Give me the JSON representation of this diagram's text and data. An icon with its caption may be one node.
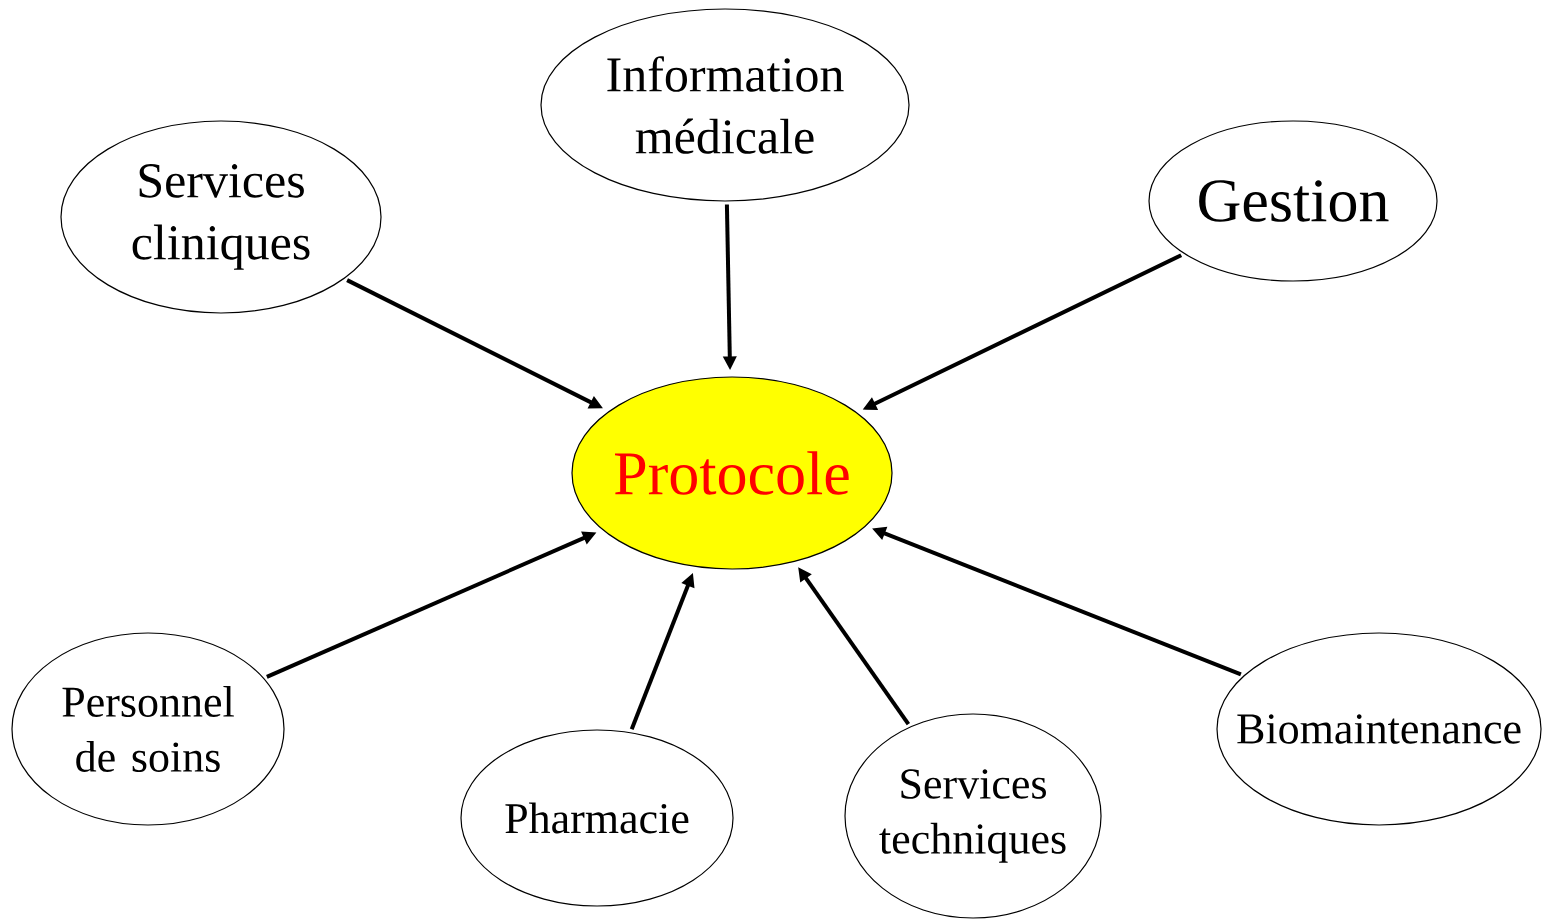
{
  "diagram": {
    "nodes": [
      {
        "text": [
          "Information médicale"
        ]
      },
      {
        "text": [
          "Services cliniques"
        ]
      },
      {
        "text": [
          "Gestion"
        ]
      },
      {
        "text": [
          "Protocole"
        ]
      },
      {
        "text": [
          "Personnel de soins"
        ]
      },
      {
        "text": [
          "Biomaintenance"
        ]
      },
      {
        "text": [
          "Pharmacie"
        ]
      },
      {
        "text": [
          "Services techniques"
        ]
      }
    ],
    "edges": [
      {
        "from": 0,
        "to": 3,
        "arrow": "to"
      },
      {
        "from": 1,
        "to": 3,
        "arrow": "to"
      },
      {
        "from": 2,
        "to": 3,
        "arrow": "to"
      },
      {
        "from": 4,
        "to": 3,
        "arrow": "to"
      },
      {
        "from": 6,
        "to": 3,
        "arrow": "to"
      },
      {
        "from": 7,
        "to": 3,
        "arrow": "to"
      },
      {
        "from": 5,
        "to": 3,
        "arrow": "to"
      }
    ]
  }
}
